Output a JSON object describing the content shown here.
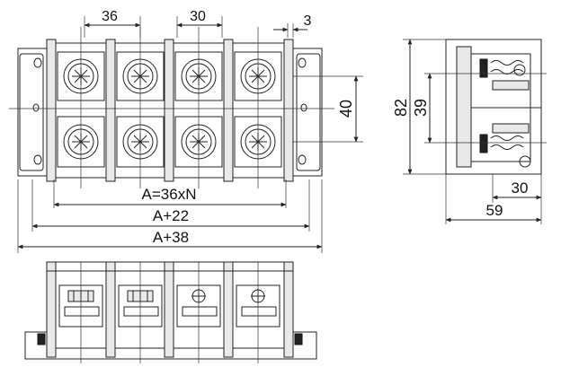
{
  "dimensions": {
    "pitch": "36",
    "width": "30",
    "gap": "3",
    "row_spacing": "40",
    "total_a": "A=36xN",
    "total_b": "A+22",
    "total_c": "A+38",
    "side_height": "82",
    "side_inner": "39",
    "side_depth_small": "30",
    "side_depth_total": "59"
  }
}
